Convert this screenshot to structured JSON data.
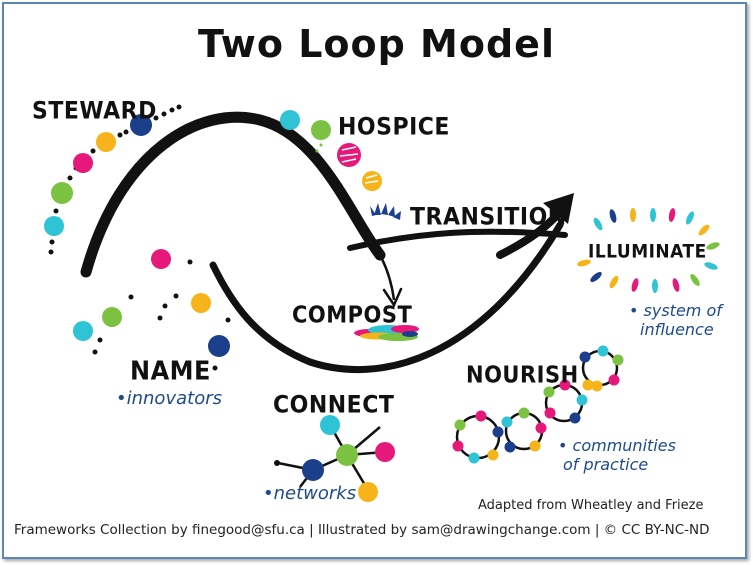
{
  "title": "Two Loop Model",
  "labels": {
    "steward": "STEWARD",
    "hospice": "HOSPICE",
    "transition": "TRANSITION",
    "illuminate": "ILLUMINATE",
    "compost": "COMPOST",
    "name": "NAME",
    "connect": "CONNECT",
    "nourish": "NOURISH"
  },
  "annotations": {
    "innovators": "•innovators",
    "system_of_influence_1": "• system of",
    "system_of_influence_2": "influence",
    "networks": "•networks",
    "communities_1": "• communities",
    "communities_2": "of practice"
  },
  "credit": "Adapted from Wheatley and Frieze",
  "footer": "Frameworks Collection by finegood@sfu.ca | Illustrated by sam@drawingchange.com | © CC BY-NC-ND",
  "colors": {
    "cyan": "#2ec4d6",
    "green": "#7cc242",
    "magenta": "#e6197a",
    "yellow": "#f6b41a",
    "navy": "#1b3f8b",
    "frame": "#5b86b8"
  }
}
